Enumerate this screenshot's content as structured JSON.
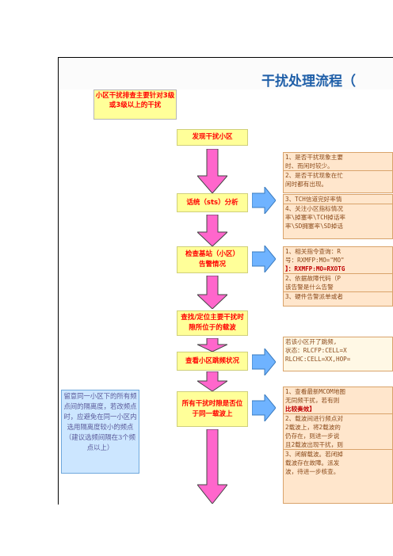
{
  "title": "干扰处理流程（",
  "scope_note": "小区干扰排查主要针对3级或3级以上的干扰",
  "steps": [
    {
      "label": "发现干扰小区"
    },
    {
      "label": "话统（sts）分析"
    },
    {
      "label": "检查基站（小区）告警情况"
    },
    {
      "label": "查找/定位主要干扰时隙所位于的载波"
    },
    {
      "label": "查看小区跳频状况"
    },
    {
      "label": "所有干扰时隙是否位于同一载波上"
    }
  ],
  "info_1": {
    "lines": [
      "1、是否干扰现象主要",
      "时、而闲时较少。",
      "2、是否干扰现象在忙",
      "闲时都有出现。"
    ]
  },
  "info_2": {
    "lines": [
      "3、TCH信道完好率情",
      "4、关注小区指标情况",
      "率\\掉塞率\\TCH掉话率",
      "率\\SD拥塞率\\SD掉话"
    ]
  },
  "info_3": {
    "lines": [
      "1、相关指令查询：R",
      "号：RXMFP:MO=\"MO\"",
      "】：RXMFP:MO=RXOTG",
      "2、依据故障代码（P",
      "该告警是什么告警",
      "3、硬件告警派单或者"
    ]
  },
  "info_4": {
    "lines": [
      "若该小区开了跳频,",
      "状态：RLCFP:CELL=X",
      "RLCHC:CELL=XX,HOP="
    ]
  },
  "info_5": {
    "lines": [
      "1、查看最新MCOM地图",
      "无同频干扰，若有则",
      "比较奏效】",
      "2、载波间进行频点对",
      "2载波上，将2载波的",
      "仍存在，则进一步说",
      "且2载波出现干扰，则",
      "3、闭解载波。若闭掉",
      "载波存在故障。派发",
      "波，待进一步核查。"
    ]
  },
  "left_note": "留意同一小区下的所有频点间的隔离度，若改频点时，应避免在同一小区内选用隔离度较小的频点（建议选频间隔在3个频点以上）"
}
